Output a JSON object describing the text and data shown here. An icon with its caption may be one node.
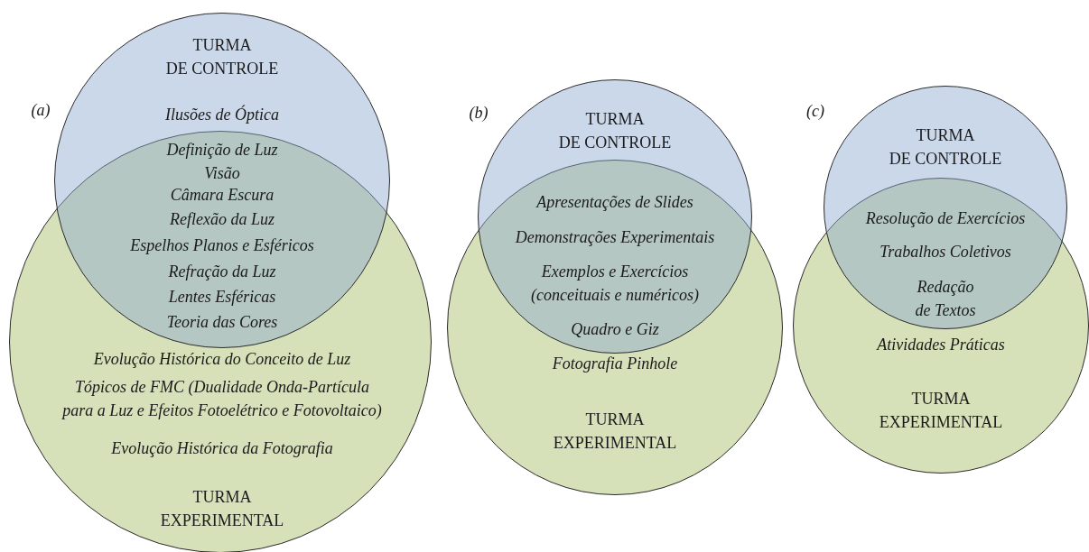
{
  "diagram": {
    "nodes": [
      {
        "text": [
          "TURMA DE CONTROLE",
          "Ilusões de Óptica"
        ]
      },
      {
        "text": [
          "Evolução Histórica do Conceito de Luz",
          "Tópicos de FMC (Dualidade Onda-Partícula para a Luz e Efeitos Fotoelétrico e Fotovoltaico)",
          "Evolução Histórica da Fotografia",
          "TURMA EXPERIMENTAL"
        ]
      },
      {
        "text": [
          "TURMA DE CONTROLE"
        ]
      },
      {
        "text": [
          "Fotografia Pinhole",
          "TURMA EXPERIMENTAL"
        ]
      },
      {
        "text": [
          "TURMA DE CONTROLE"
        ]
      },
      {
        "text": [
          "Atividades Práticas",
          "TURMA EXPERIMENTAL"
        ]
      }
    ],
    "edges": [],
    "labels": [
      "(a)",
      "Definição de Luz",
      "Visão",
      "Câmara Escura",
      "Reflexão da Luz",
      "Espelhos Planos e Esféricos",
      "Refração da Luz",
      "Lentes Esféricas",
      "Teoria das Cores",
      "(b)",
      "Apresentações de Slides",
      "Demonstrações Experimentais",
      "Exemplos e Exercícios (conceituais e numéricos)",
      "Quadro e Giz",
      "(c)",
      "Resolução de Exercícios",
      "Trabalhos Coletivos",
      "Redação de Textos"
    ]
  }
}
